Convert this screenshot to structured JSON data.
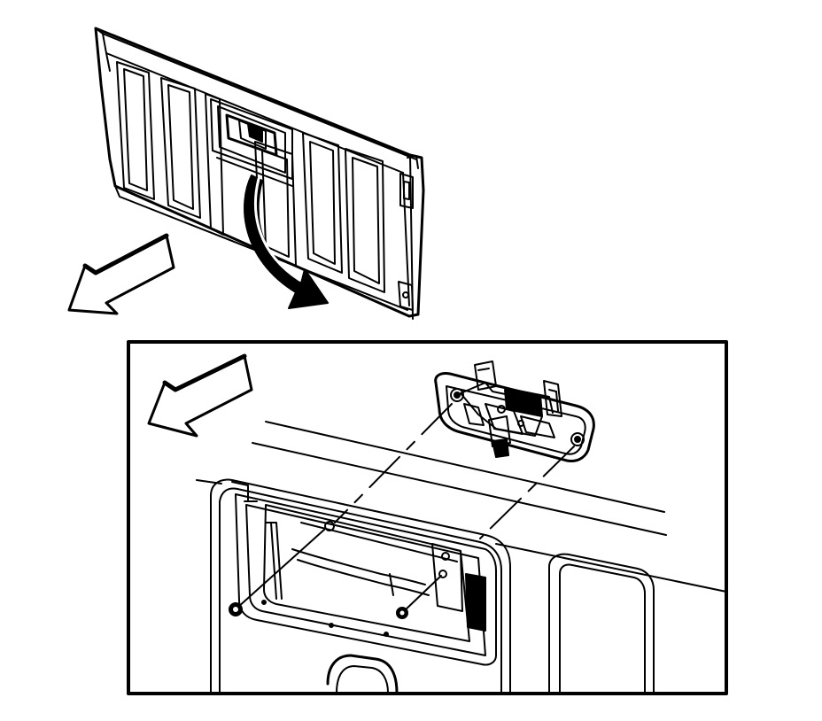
{
  "figure": {
    "subject": "tailgate-handle-removal",
    "colors": {
      "line": "#000000",
      "background": "#ffffff"
    },
    "views": [
      {
        "id": "overview",
        "depicts": "tailgate-panel"
      },
      {
        "id": "detail",
        "depicts": "handle-assembly-and-bezel-opening"
      }
    ],
    "icons": [
      "direction-arrow-icon",
      "curved-callout-arrow-icon",
      "fastener-icon"
    ],
    "fastener_count": 2
  }
}
